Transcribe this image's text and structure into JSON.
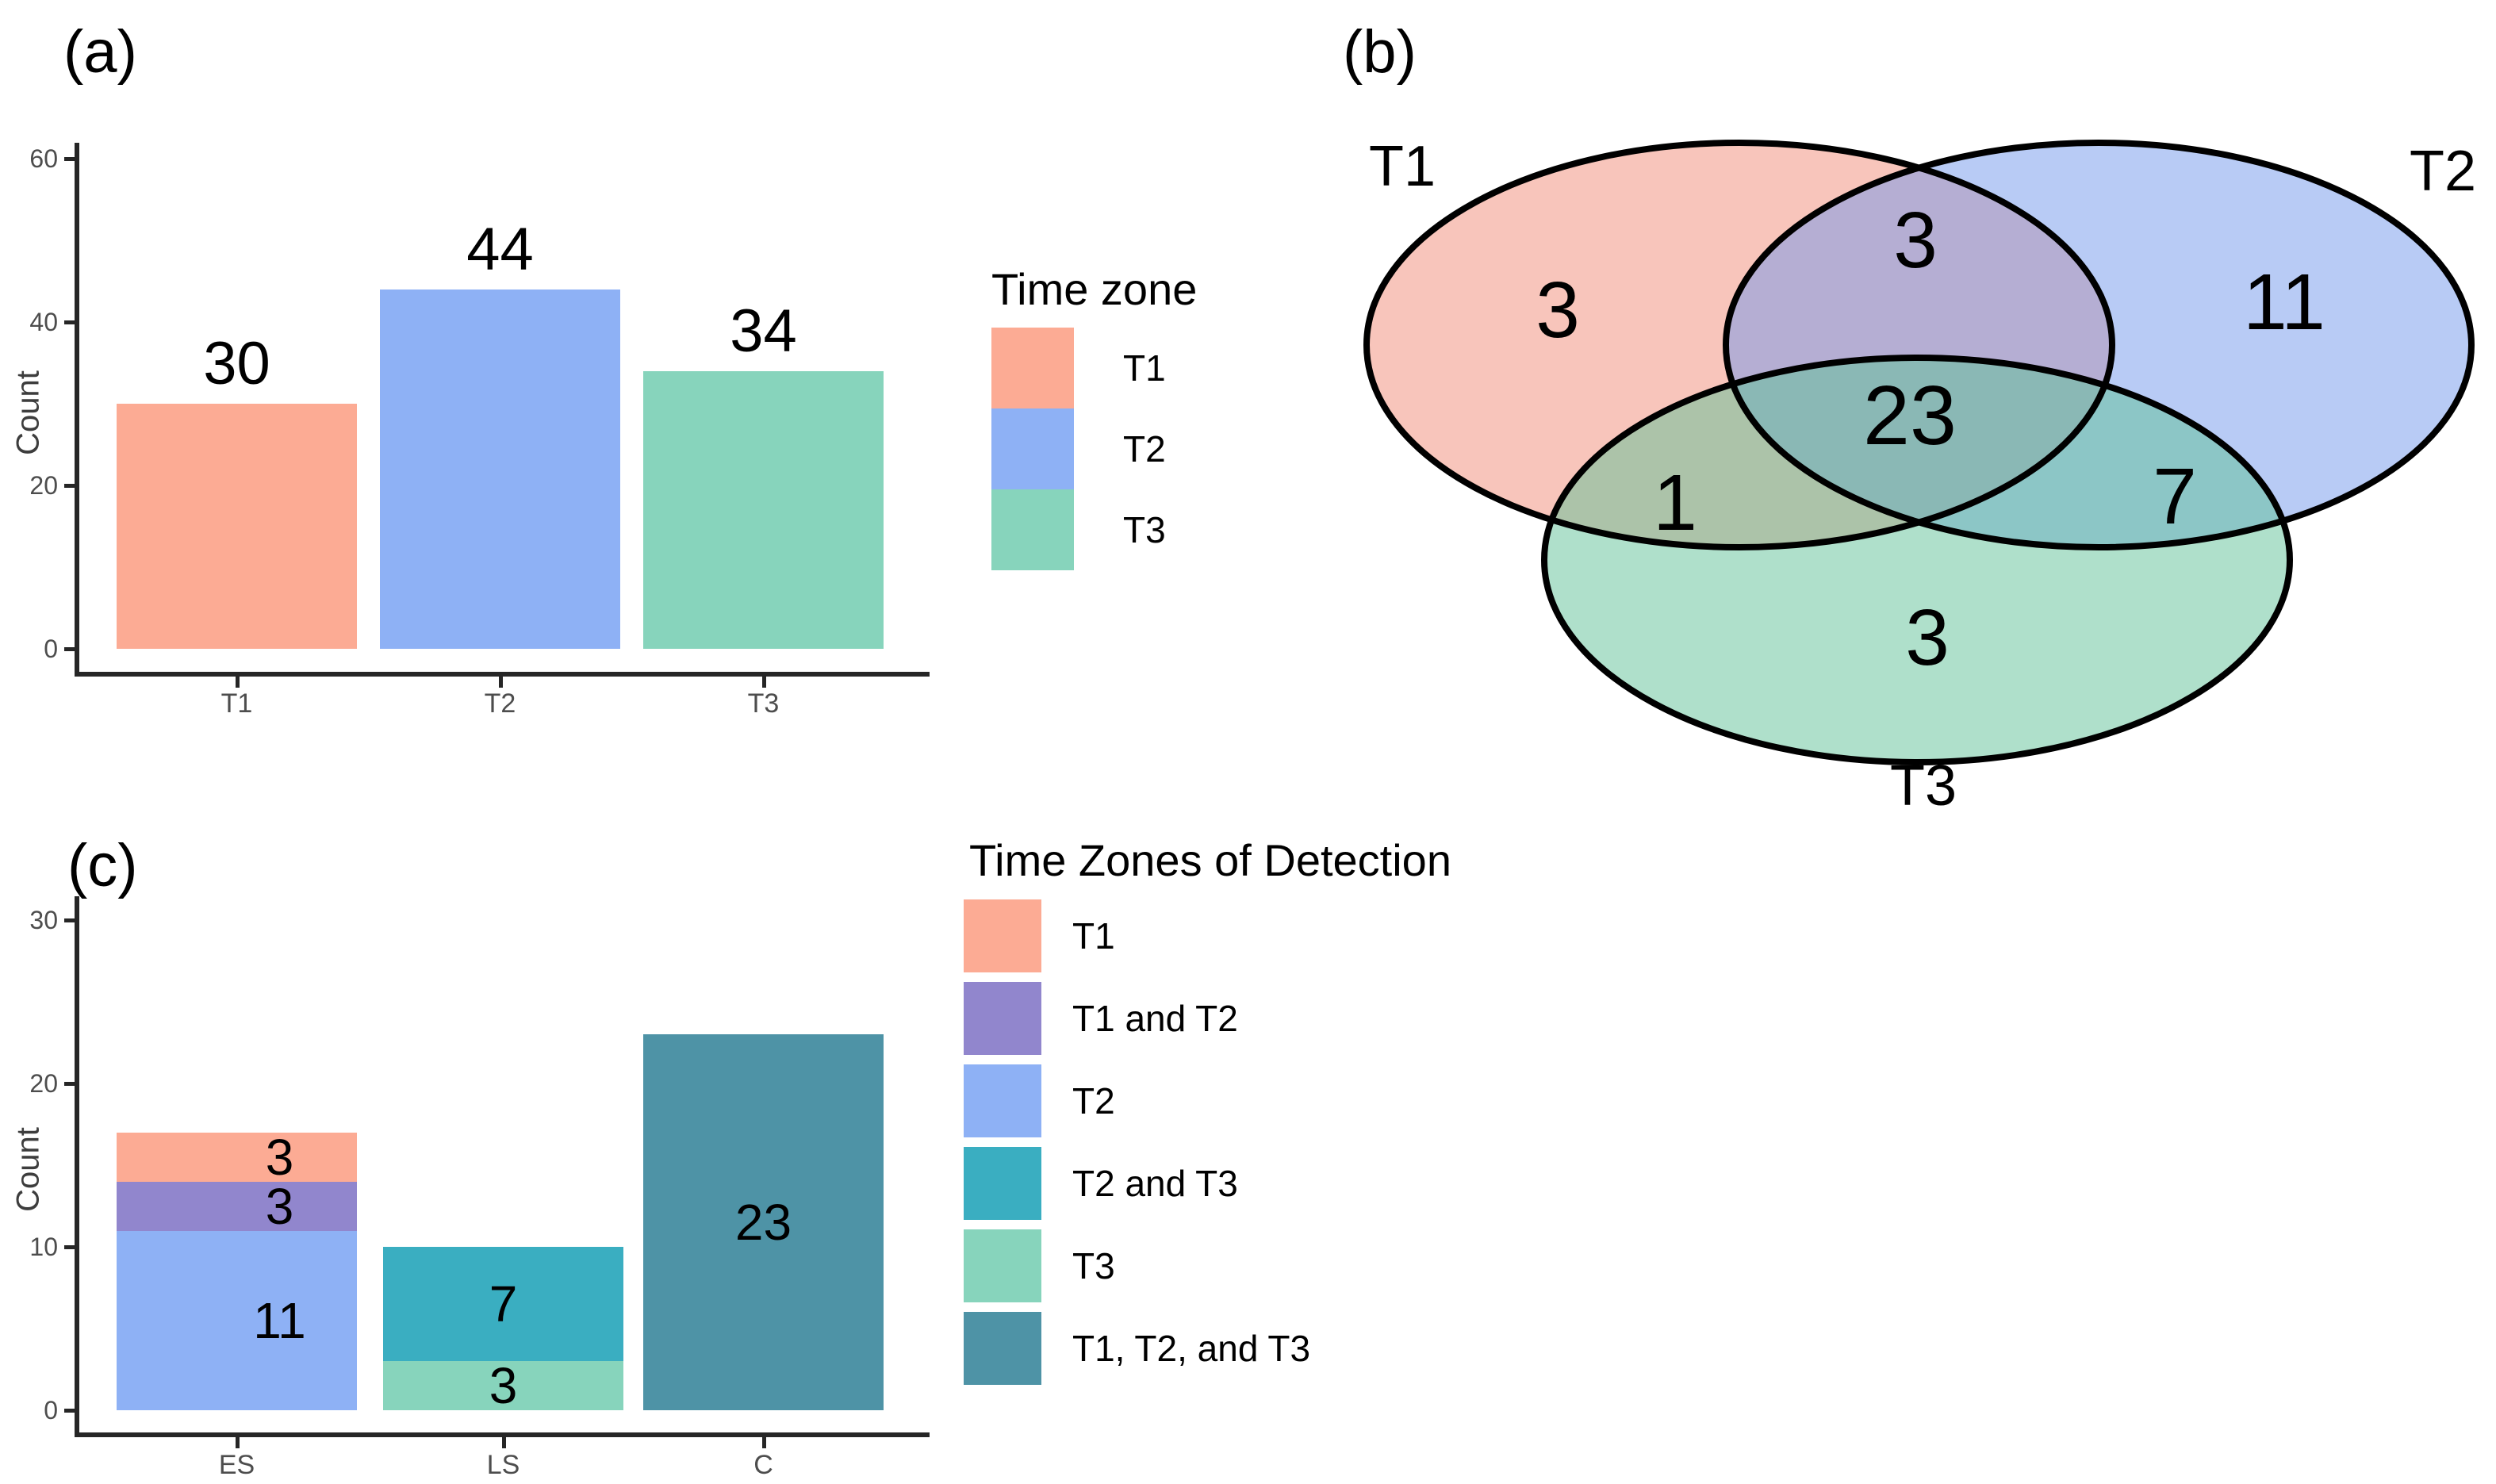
{
  "panels": {
    "a": {
      "tag": "(a)"
    },
    "b": {
      "tag": "(b)"
    },
    "c": {
      "tag": "(c)"
    }
  },
  "chart_data": [
    {
      "id": "panel-a",
      "type": "bar",
      "categories": [
        "T1",
        "T2",
        "T3"
      ],
      "values": [
        30,
        44,
        34
      ],
      "bar_colors": [
        "#FCAB94",
        "#8EB1F5",
        "#87D4BC"
      ],
      "xlabel": "",
      "ylabel": "Count",
      "yticks": [
        0,
        20,
        40,
        60
      ],
      "ylim": [
        0,
        63
      ],
      "grid": false,
      "legend": {
        "title": "Time zone",
        "position": "right",
        "items": [
          {
            "label": "T1",
            "color": "#FCAB94"
          },
          {
            "label": "T2",
            "color": "#8EB1F5"
          },
          {
            "label": "T3",
            "color": "#87D4BC"
          }
        ]
      }
    },
    {
      "id": "panel-b",
      "type": "venn",
      "sets": [
        {
          "name": "T1",
          "color": "#F18B77"
        },
        {
          "name": "T2",
          "color": "#7197EB"
        },
        {
          "name": "T3",
          "color": "#5FC197"
        }
      ],
      "fill_opacity": 0.5,
      "regions": {
        "T1_only": 3,
        "T1_and_T2": 3,
        "T2_only": 11,
        "T1_and_T3": 1,
        "T1_T2_T3": 23,
        "T2_and_T3": 7,
        "T3_only": 3
      }
    },
    {
      "id": "panel-c",
      "type": "stacked_bar",
      "categories": [
        "ES",
        "LS",
        "C"
      ],
      "stacks": [
        [
          {
            "label": "T2",
            "value": 11
          },
          {
            "label": "T1 and T2",
            "value": 3
          },
          {
            "label": "T1",
            "value": 3
          }
        ],
        [
          {
            "label": "T3",
            "value": 3
          },
          {
            "label": "T2 and T3",
            "value": 7
          }
        ],
        [
          {
            "label": "T1, T2, and T3",
            "value": 23
          }
        ]
      ],
      "palette": {
        "T1": "#FCAB94",
        "T1 and T2": "#9186CD",
        "T2": "#8EB1F5",
        "T2 and T3": "#3AAEC1",
        "T3": "#87D4BC",
        "T1, T2, and T3": "#4E93A6"
      },
      "xlabel": "",
      "ylabel": "Count",
      "yticks": [
        0,
        10,
        20,
        30
      ],
      "ylim": [
        0,
        32
      ],
      "grid": false,
      "legend": {
        "title": "Time Zones of Detection",
        "position": "right",
        "items": [
          {
            "label": "T1",
            "color": "#FCAB94"
          },
          {
            "label": "T1 and T2",
            "color": "#9186CD"
          },
          {
            "label": "T2",
            "color": "#8EB1F5"
          },
          {
            "label": "T2 and T3",
            "color": "#3AAEC1"
          },
          {
            "label": "T3",
            "color": "#87D4BC"
          },
          {
            "label": "T1, T2, and T3",
            "color": "#4E93A6"
          }
        ]
      }
    }
  ]
}
